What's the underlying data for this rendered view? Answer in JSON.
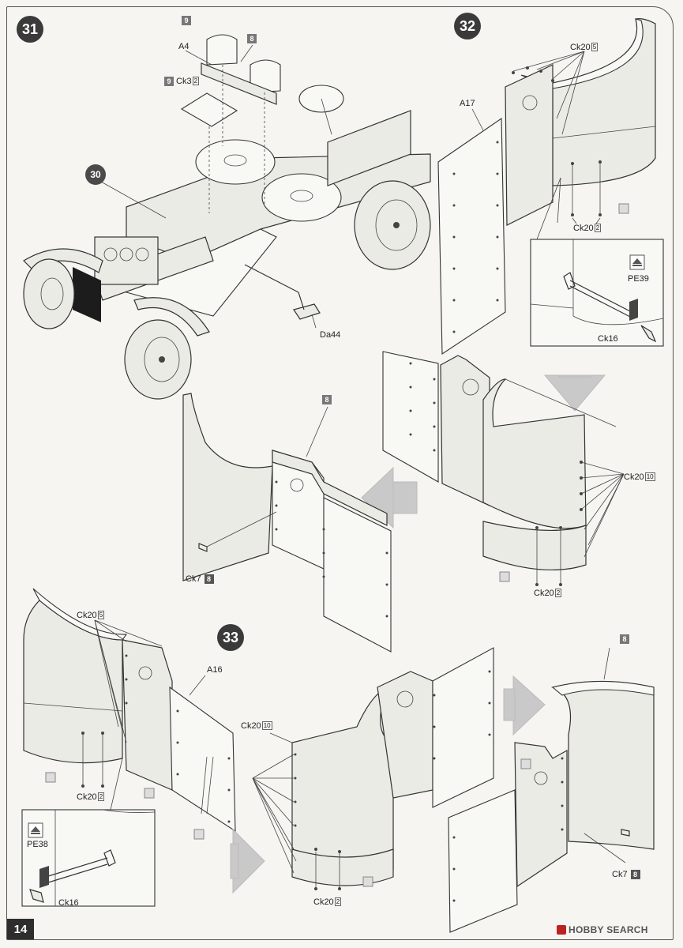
{
  "page": {
    "number": "14"
  },
  "steps": {
    "s31": "31",
    "s32": "32",
    "s33": "33",
    "ref30": "30"
  },
  "labels": {
    "a4": "A4",
    "ck3": "Ck3",
    "ck3_qty": "2",
    "tag9a": "9",
    "tag9b": "9",
    "tag8a": "8",
    "da44": "Da44",
    "a17": "A17",
    "ck20_top": "Ck20",
    "ck20_top_qty": "5",
    "ck20_mid": "Ck20",
    "ck20_mid_qty": "2",
    "pe39": "PE39",
    "ck16_top": "Ck16",
    "tag8b": "8",
    "ck7_left": "Ck7",
    "ck7_left_tag": "8",
    "ck20_right": "Ck20",
    "ck20_right_qty": "10",
    "ck20_right_bottom": "Ck20",
    "ck20_right_bottom_qty": "2",
    "ck20_bl_top": "Ck20",
    "ck20_bl_top_qty": "5",
    "a16": "A16",
    "ck20_bl_bottom": "Ck20",
    "ck20_bl_bottom_qty": "2",
    "pe38": "PE38",
    "ck16_bottom": "Ck16",
    "ck20_c_top": "Ck20",
    "ck20_c_top_qty": "10",
    "ck20_c_bottom": "Ck20",
    "ck20_c_bottom_qty": "2",
    "tag8c": "8",
    "ck7_right": "Ck7",
    "ck7_right_tag": "8"
  },
  "watermark": "HOBBY SEARCH",
  "colors": {
    "line": "#333333",
    "fill": "#ebebe6",
    "arrow": "#c9c9c9",
    "badge": "#3a3a3a"
  }
}
